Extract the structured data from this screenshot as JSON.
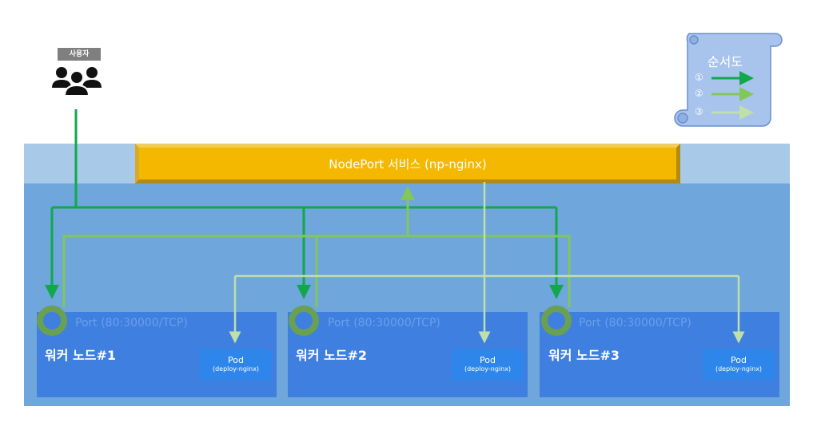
{
  "user": {
    "label": "사용자"
  },
  "service": {
    "label": "NodePort 서비스 (np-nginx)"
  },
  "nodes": [
    {
      "title": "워커 노드#1",
      "port": "Port (80:30000/TCP)",
      "pod_name": "Pod",
      "pod_deploy": "(deploy-nginx)"
    },
    {
      "title": "워커 노드#2",
      "port": "Port (80:30000/TCP)",
      "pod_name": "Pod",
      "pod_deploy": "(deploy-nginx)"
    },
    {
      "title": "워커 노드#3",
      "port": "Port (80:30000/TCP)",
      "pod_name": "Pod",
      "pod_deploy": "(deploy-nginx)"
    }
  ],
  "legend": {
    "title": "순서도",
    "items": [
      {
        "num": "①",
        "color": "#11a84b"
      },
      {
        "num": "②",
        "color": "#82c75a"
      },
      {
        "num": "③",
        "color": "#bfe0a8"
      }
    ]
  },
  "colors": {
    "step1": "#11a84b",
    "step2": "#82c75a",
    "step3": "#bfe0a8",
    "service": "#f5b800",
    "node": "#3f7fe0",
    "pod": "#2f86ea",
    "port_ring": "#6aa052"
  }
}
